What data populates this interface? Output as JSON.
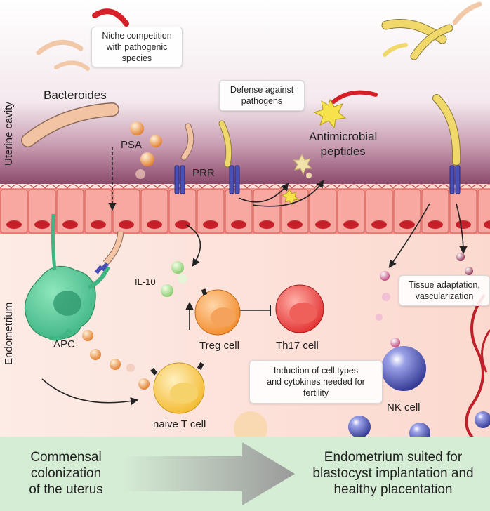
{
  "regions": {
    "top_label": "Uterine cavity",
    "bottom_label": "Endometrium"
  },
  "notes": {
    "niche": [
      "Niche competition",
      "with pathogenic",
      "species"
    ],
    "defense": [
      "Defense against",
      "pathogens"
    ],
    "tissue": [
      "Tissue adaptation,",
      "vascularization"
    ],
    "induction": [
      "Induction of cell types",
      "and cytokines needed for",
      "fertility"
    ]
  },
  "labels": {
    "bacteroides": "Bacteroides",
    "psa": "PSA",
    "prr": "PRR",
    "antimicrobial": [
      "Antimicrobial",
      "peptides"
    ],
    "il10": "IL-10",
    "apc": "APC",
    "treg": "Treg cell",
    "th17": "Th17 cell",
    "naive_t": "naive T cell",
    "nk": "NK cell"
  },
  "banner": {
    "left": [
      "Commensal",
      "colonization",
      "of the uterus"
    ],
    "right": [
      "Endometrium suited for",
      "blastocyst implantation and",
      "healthy placentation"
    ]
  },
  "colors": {
    "cavity_top": "#ffffff",
    "cavity_bottom": "#8a4a6a",
    "epithelium": "#f08c86",
    "endometrium": "#fde4dc",
    "banner": "#d5ecd5",
    "apc": "#5ccf9a",
    "treg": "#f5963a",
    "th17": "#e83a3a",
    "naive_t": "#f6c74a",
    "nk": "#4d52a8",
    "prr": "#4a4fb5"
  }
}
